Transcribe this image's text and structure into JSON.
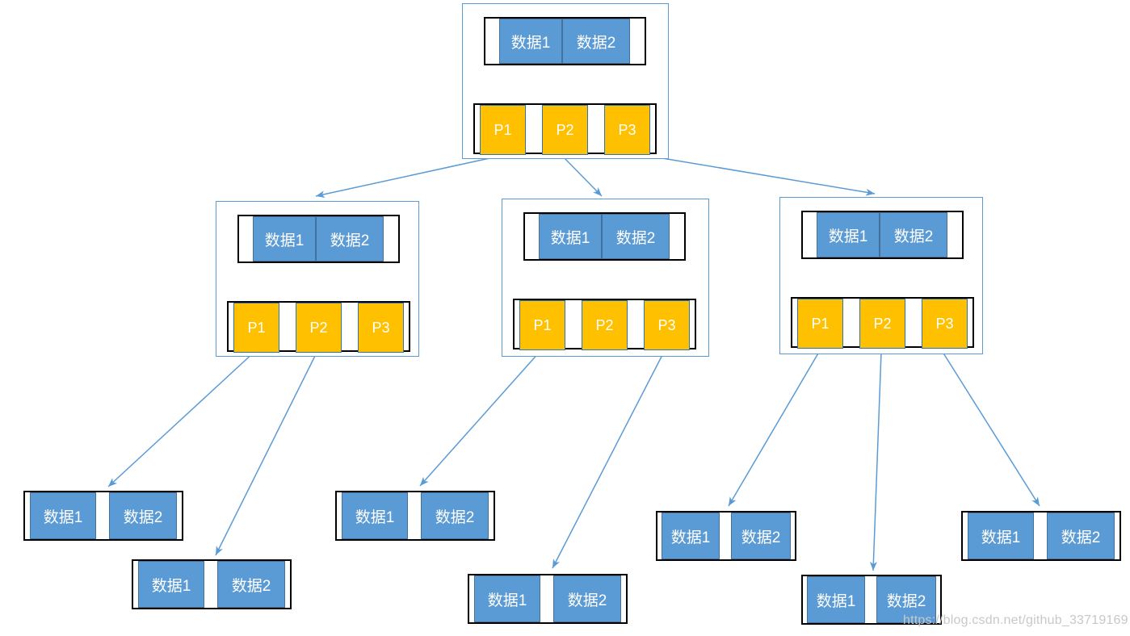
{
  "diagram": {
    "type": "b-plus-tree-structure"
  },
  "watermark": {
    "text": "https://blog.csdn.net/github_33719169"
  },
  "colors": {
    "data_cell_fill": "#5B9BD5",
    "data_cell_border": "#41719C",
    "pointer_cell_fill": "#FFC000",
    "pointer_cell_border": "#2E75B6",
    "node_border": "#5B9BD5",
    "row_border": "#000000",
    "arrow": "#5B9BD5",
    "watermark_color": "#C8C8C8"
  },
  "root": {
    "data_cells": [
      "数据1",
      "数据2"
    ],
    "pointers": [
      "P1",
      "P2",
      "P3"
    ]
  },
  "internal_nodes": [
    {
      "position": "left",
      "data_cells": [
        "数据1",
        "数据2"
      ],
      "pointers": [
        "P1",
        "P2",
        "P3"
      ]
    },
    {
      "position": "middle",
      "data_cells": [
        "数据1",
        "数据2"
      ],
      "pointers": [
        "P1",
        "P2",
        "P3"
      ]
    },
    {
      "position": "right",
      "data_cells": [
        "数据1",
        "数据2"
      ],
      "pointers": [
        "P1",
        "P2",
        "P3"
      ]
    }
  ],
  "leaf_nodes": [
    {
      "cells": [
        "数据1",
        "数据2"
      ]
    },
    {
      "cells": [
        "数据1",
        "数据2"
      ]
    },
    {
      "cells": [
        "数据1",
        "数据2"
      ]
    },
    {
      "cells": [
        "数据1",
        "数据2"
      ]
    },
    {
      "cells": [
        "数据1",
        "数据2"
      ]
    },
    {
      "cells": [
        "数据1",
        "数据2"
      ]
    },
    {
      "cells": [
        "数据1",
        "数据2"
      ]
    }
  ]
}
